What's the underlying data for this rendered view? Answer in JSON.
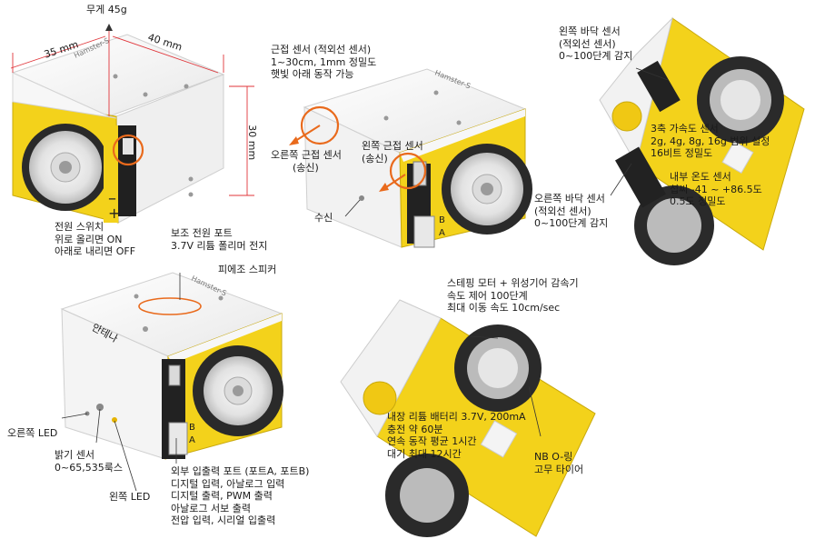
{
  "colors": {
    "yellow": "#f3d21b",
    "yellow_dark": "#c9a90c",
    "white_body": "#f4f4f4",
    "dark": "#1c1c1c",
    "orange": "#e96a1c",
    "dim_red": "#e0353a"
  },
  "icons": [
    "weight-dimension-arrow",
    "proximity-circle",
    "sensor-arrow",
    "led-marker"
  ],
  "top_left": {
    "weight": "무게 45g",
    "width_label": "35 mm",
    "depth_label": "40 mm",
    "height_label": "30 mm",
    "power_switch": [
      "전원 스위치",
      "위로 올리면 ON",
      "아래로 내리면 OFF"
    ],
    "aux_port": [
      "보조 전원 포트",
      "3.7V 리튬 폴리머 전지"
    ],
    "minus": "–",
    "plus": "+"
  },
  "top_middle": {
    "proximity": [
      "근접 센서 (적외선 센서)",
      "1~30cm, 1mm 정밀도",
      "햇빛 아래 동작 가능"
    ],
    "right_prox": [
      "오른쪽 근접 센서",
      "(송신)"
    ],
    "left_prox": [
      "왼쪽 근접 센서",
      "(송신)"
    ],
    "receive": "수신",
    "port_b": "B",
    "port_a": "A"
  },
  "top_right": {
    "left_floor": [
      "왼쪽 바닥 센서",
      "(적외선 센서)",
      "0~100단계 감지"
    ],
    "right_floor": [
      "오른쪽 바닥 센서",
      "(적외선 센서)",
      "0~100단계 감지"
    ],
    "accel": [
      "3축 가속도 센서",
      "2g, 4g, 8g, 16g 범위 설정",
      "16비트 정밀도"
    ],
    "temp": [
      "내부 온도 센서",
      "섭씨 -41 ~ +86.5도",
      "0.5도 정밀도"
    ]
  },
  "bottom_left": {
    "piezo": "피에조 스피커",
    "antenna": "안테나",
    "right_led": "오른쪽 LED",
    "light": [
      "밝기 센서",
      "0~65,535룩스"
    ],
    "left_led": "왼쪽 LED",
    "ports": [
      "외부 입출력 포트 (포트A, 포트B)",
      "디지털 입력, 아날로그 입력",
      "디지털 출력, PWM 출력",
      "아날로그 서보 출력",
      "전압 입력, 시리얼 입출력"
    ],
    "port_b": "B",
    "port_a": "A"
  },
  "bottom_right": {
    "stepper": [
      "스테핑 모터 + 위성기어 감속기",
      "속도 제어 100단계",
      "최대 이동 속도 10cm/sec"
    ],
    "battery": [
      "내장 리튬 배터리 3.7V, 200mA",
      "충전 약 60분",
      "연속 동작 평균 1시간",
      "대기 최대 12시간"
    ],
    "tire": [
      "NB O-링",
      "고무 타이어"
    ]
  }
}
